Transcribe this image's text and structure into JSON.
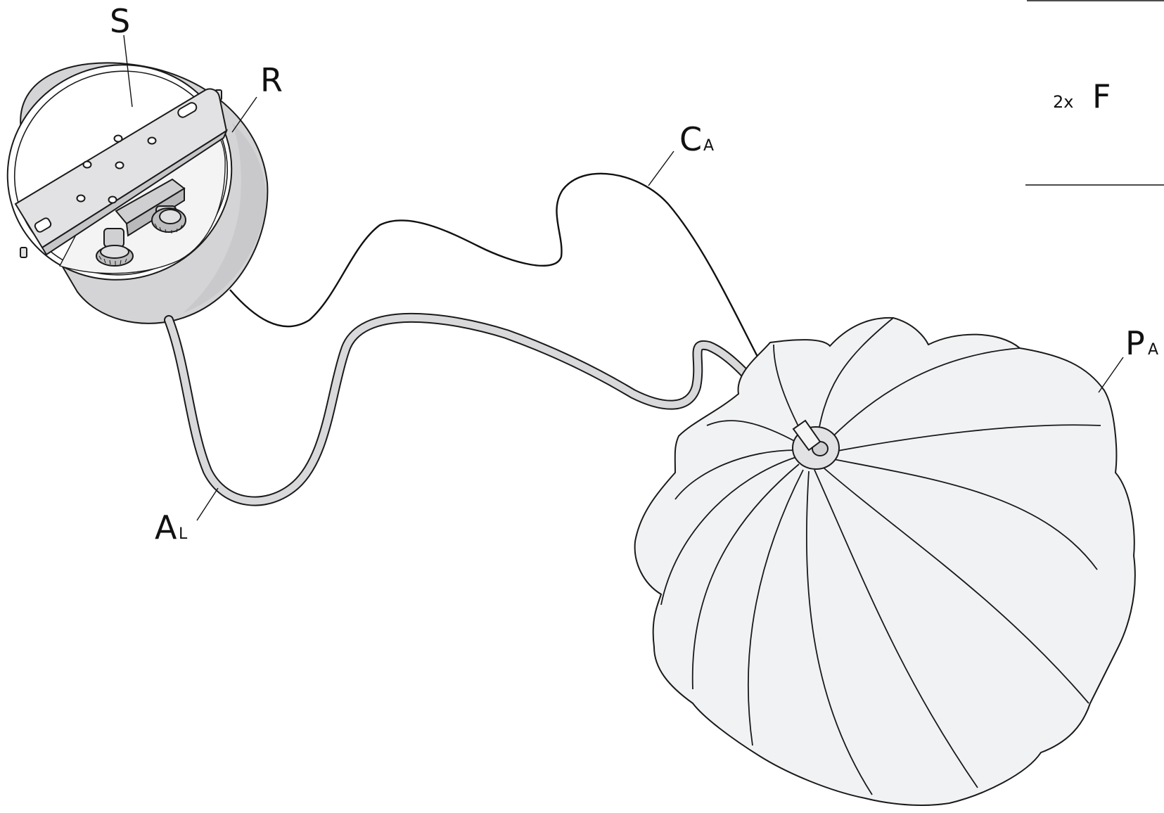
{
  "labels": {
    "S": "S",
    "R": "R",
    "C": {
      "main": "C",
      "sub": "A"
    },
    "P": {
      "main": "P",
      "sub": "A"
    },
    "A": {
      "main": "A",
      "sub": "L"
    },
    "F": {
      "qty": "2x",
      "main": "F"
    }
  },
  "colors": {
    "line": "#1a1a1a",
    "canopy_fill": "#d4d4d6",
    "plate_fill": "#e2e2e4",
    "shade_fill": "#f1f2f4",
    "cable_fill": "#d9d9db"
  },
  "icons": {
    "canopy": "ceiling-canopy-icon",
    "shade": "pendant-shade-icon"
  }
}
